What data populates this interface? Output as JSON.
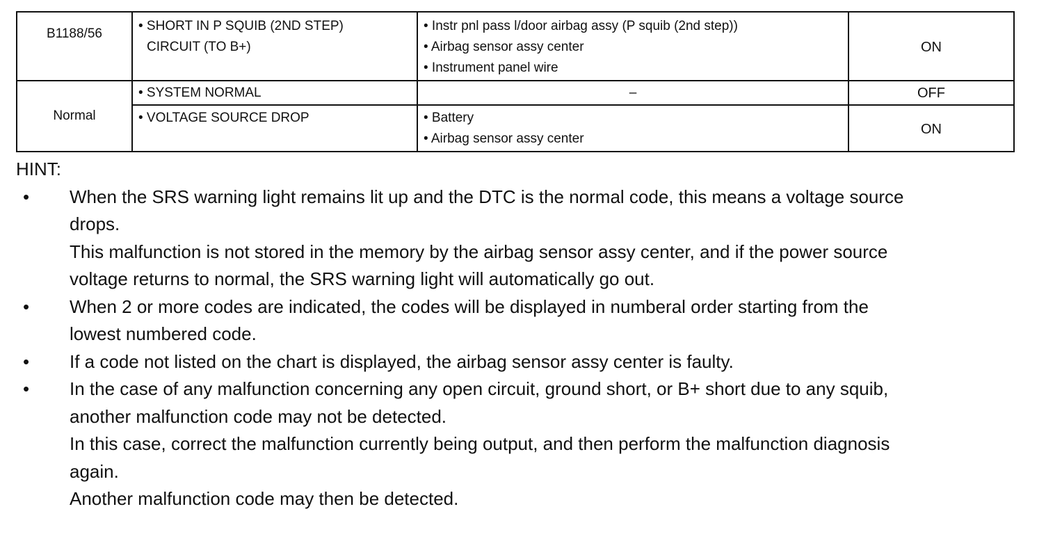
{
  "table": {
    "rows": [
      {
        "code": "B1188/56",
        "detection": [
          "• SHORT IN P SQUIB (2ND STEP)",
          "CIRCUIT (TO B+)"
        ],
        "trouble_area": [
          "• Instr pnl pass l/door airbag assy (P squib (2nd step))",
          "• Airbag sensor assy center",
          "• Instrument panel wire"
        ],
        "light": "ON"
      },
      {
        "code": "Normal",
        "detection": [
          "• SYSTEM NORMAL"
        ],
        "trouble_area": [
          "–"
        ],
        "light": "OFF"
      },
      {
        "detection": [
          "• VOLTAGE SOURCE DROP"
        ],
        "trouble_area": [
          "• Battery",
          "• Airbag sensor assy center"
        ],
        "light": "ON"
      }
    ]
  },
  "hint": {
    "title": "HINT:",
    "bullet_glyph": "•",
    "items": [
      {
        "lines": [
          "When the SRS warning light remains lit up and the DTC is the normal code, this means a voltage source",
          "drops.",
          "This malfunction is not stored in the memory by the airbag sensor assy center, and if the power source",
          "voltage returns to normal, the SRS warning light will automatically go out."
        ]
      },
      {
        "lines": [
          "When 2 or more codes are indicated, the codes will be displayed in numberal order starting from the",
          "lowest numbered code."
        ]
      },
      {
        "lines": [
          "If a code not listed on the chart is displayed, the airbag sensor assy center is faulty."
        ]
      },
      {
        "lines": [
          "In the case of any malfunction concerning any open circuit, ground short, or B+ short due to any squib,",
          "another malfunction code may not be detected.",
          "In this case, correct the malfunction currently being output, and then perform the malfunction diagnosis",
          "again.",
          "Another malfunction code may then be detected."
        ]
      }
    ]
  }
}
